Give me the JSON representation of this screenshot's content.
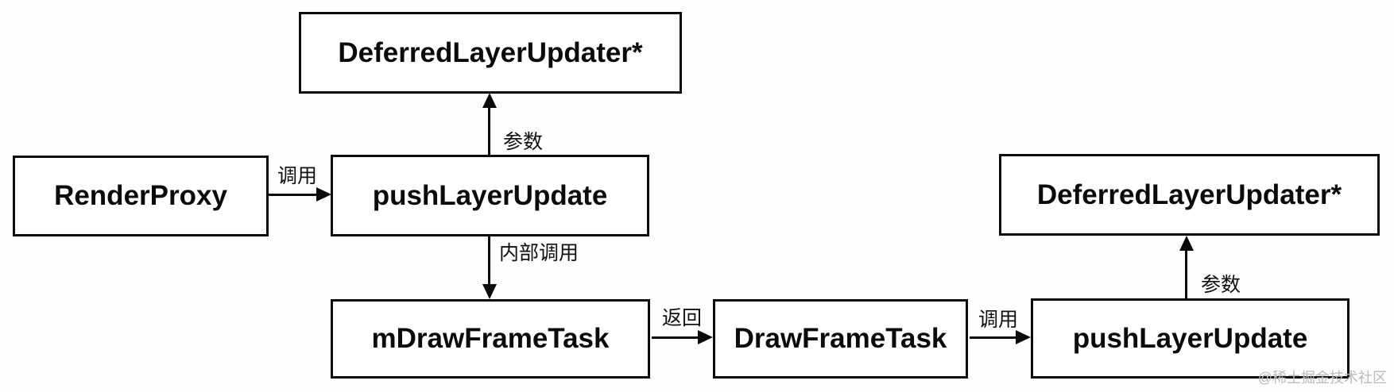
{
  "diagram": {
    "nodes": [
      {
        "id": "deferred-layer-updater-top",
        "label": "DeferredLayerUpdater*"
      },
      {
        "id": "render-proxy",
        "label": "RenderProxy"
      },
      {
        "id": "push-layer-update-left",
        "label": "pushLayerUpdate"
      },
      {
        "id": "m-draw-frame-task",
        "label": "mDrawFrameTask"
      },
      {
        "id": "draw-frame-task",
        "label": "DrawFrameTask"
      },
      {
        "id": "push-layer-update-right",
        "label": "pushLayerUpdate"
      },
      {
        "id": "deferred-layer-updater-right",
        "label": "DeferredLayerUpdater*"
      }
    ],
    "edges": [
      {
        "id": "renderproxy-to-pushlayerupdate",
        "from": "RenderProxy",
        "to": "pushLayerUpdate",
        "label": "调用"
      },
      {
        "id": "pushlayerupdate-to-deferredlayerupdater",
        "from": "pushLayerUpdate",
        "to": "DeferredLayerUpdater*",
        "label": "参数"
      },
      {
        "id": "pushlayerupdate-to-mdrawframetask",
        "from": "pushLayerUpdate",
        "to": "mDrawFrameTask",
        "label": "内部调用"
      },
      {
        "id": "mdrawframetask-to-drawframetask",
        "from": "mDrawFrameTask",
        "to": "DrawFrameTask",
        "label": "返回"
      },
      {
        "id": "drawframetask-to-pushlayerupdate",
        "from": "DrawFrameTask",
        "to": "pushLayerUpdate",
        "label": "调用"
      },
      {
        "id": "pushlayerupdate-to-deferredlayerupdater-right",
        "from": "pushLayerUpdate",
        "to": "DeferredLayerUpdater*",
        "label": "参数"
      }
    ],
    "watermark": {
      "text": "@稀土掘金技术社区",
      "color": "#b9b9b9"
    },
    "colors": {
      "background": "#fefefe",
      "line": "#0b0b0b",
      "box_fill": "#ffffff",
      "text": "#0b0b0b"
    }
  }
}
